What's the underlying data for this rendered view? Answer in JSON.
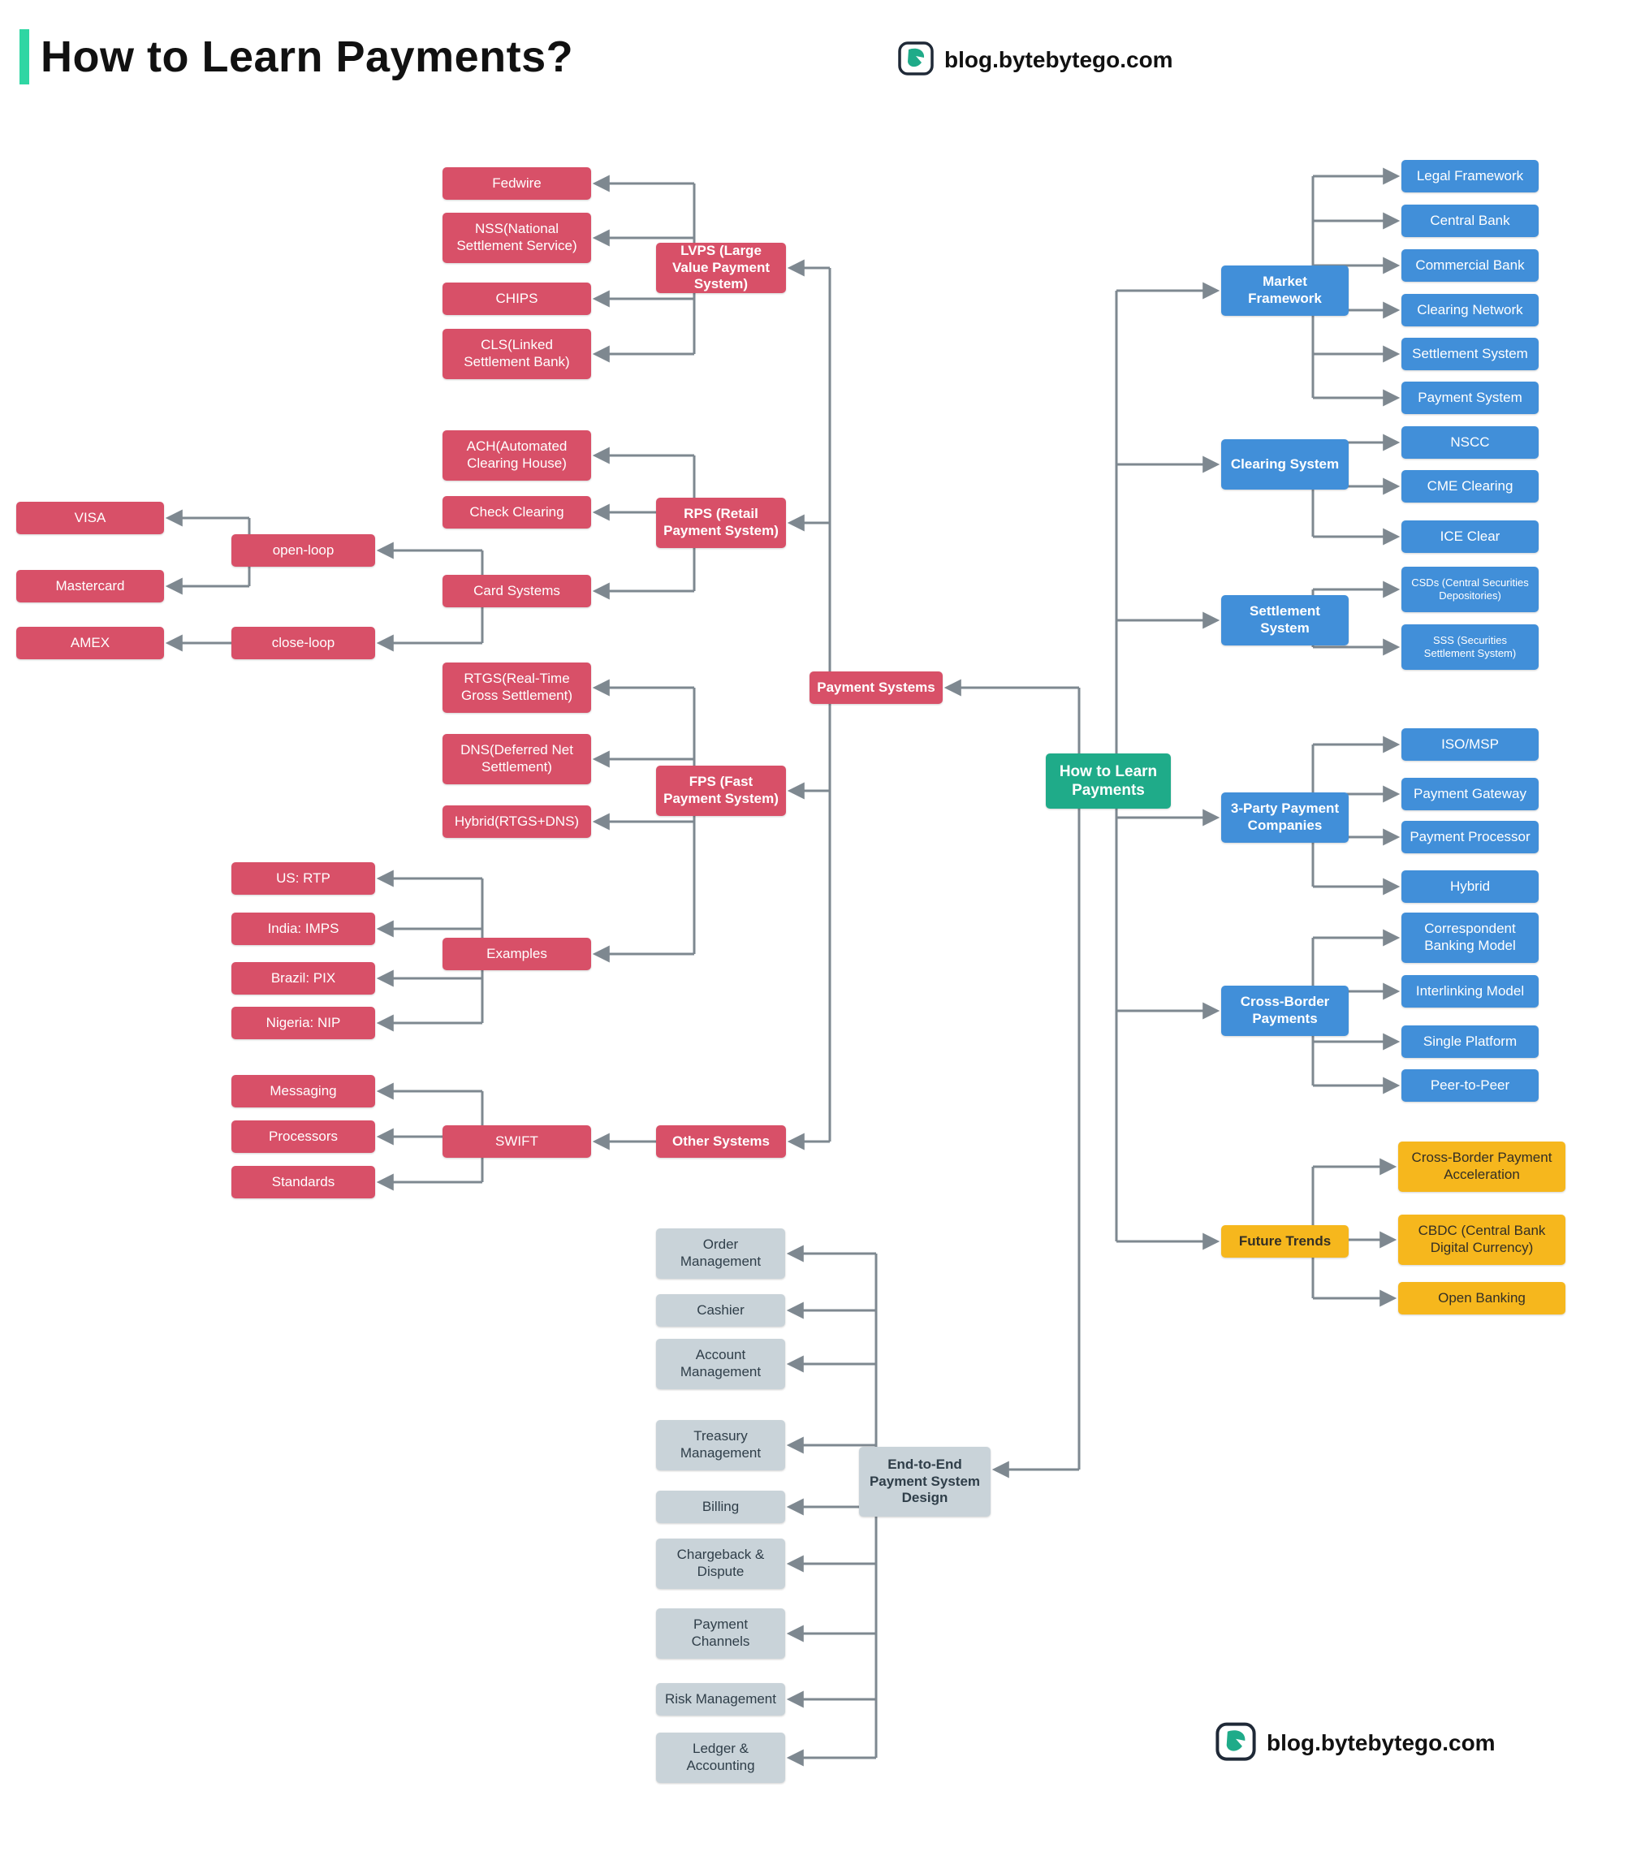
{
  "header": {
    "title": "How to Learn Payments?",
    "brand": "blog.bytebytego.com"
  },
  "footer": {
    "brand": "blog.bytebytego.com"
  },
  "root": "How to Learn Payments",
  "payment_systems": {
    "label": "Payment Systems",
    "lvps": {
      "label": "LVPS (Large Value Payment System)",
      "items": [
        "Fedwire",
        "NSS(National Settlement Service)",
        "CHIPS",
        "CLS(Linked Settlement Bank)"
      ]
    },
    "rps": {
      "label": "RPS (Retail Payment System)",
      "items": [
        "ACH(Automated Clearing House)",
        "Check Clearing",
        "Card Systems"
      ],
      "card_systems": {
        "open_loop": {
          "label": "open-loop",
          "items": [
            "VISA",
            "Mastercard"
          ]
        },
        "close_loop": {
          "label": "close-loop",
          "items": [
            "AMEX"
          ]
        }
      }
    },
    "fps": {
      "label": "FPS (Fast Payment System)",
      "items": [
        "RTGS(Real-Time Gross Settlement)",
        "DNS(Deferred Net Settlement)",
        "Hybrid(RTGS+DNS)"
      ],
      "examples": {
        "label": "Examples",
        "items": [
          "US: RTP",
          "India: IMPS",
          "Brazil: PIX",
          "Nigeria: NIP"
        ]
      }
    },
    "other": {
      "label": "Other Systems",
      "swift": {
        "label": "SWIFT",
        "items": [
          "Messaging",
          "Processors",
          "Standards"
        ]
      }
    }
  },
  "market_framework": {
    "label": "Market Framework",
    "items": [
      "Legal Framework",
      "Central Bank",
      "Commercial Bank",
      "Clearing Network",
      "Settlement System",
      "Payment System"
    ]
  },
  "clearing_system": {
    "label": "Clearing System",
    "items": [
      "NSCC",
      "CME Clearing",
      "ICE Clear"
    ]
  },
  "settlement_system": {
    "label": "Settlement System",
    "items": [
      "CSDs (Central Securities Depositories)",
      "SSS (Securities Settlement System)"
    ]
  },
  "three_party": {
    "label": "3-Party Payment Companies",
    "items": [
      "ISO/MSP",
      "Payment Gateway",
      "Payment Processor",
      "Hybrid"
    ]
  },
  "cross_border": {
    "label": "Cross-Border Payments",
    "items": [
      "Correspondent Banking Model",
      "Interlinking Model",
      "Single Platform",
      "Peer-to-Peer"
    ]
  },
  "future_trends": {
    "label": "Future Trends",
    "items": [
      "Cross-Border Payment Acceleration",
      "CBDC (Central Bank Digital Currency)",
      "Open Banking"
    ]
  },
  "e2e": {
    "label": "End-to-End Payment System Design",
    "items": [
      "Order Management",
      "Cashier",
      "Account Management",
      "Treasury Management",
      "Billing",
      "Chargeback & Dispute",
      "Payment Channels",
      "Risk Management",
      "Ledger & Accounting"
    ]
  },
  "colors": {
    "red": "#d85068",
    "teal": "#1fab89",
    "blue": "#418fd9",
    "yellow": "#f6b71d",
    "gray_node": "#c9d3d9",
    "line": "#7e8890",
    "accent": "#2fd6a3"
  }
}
